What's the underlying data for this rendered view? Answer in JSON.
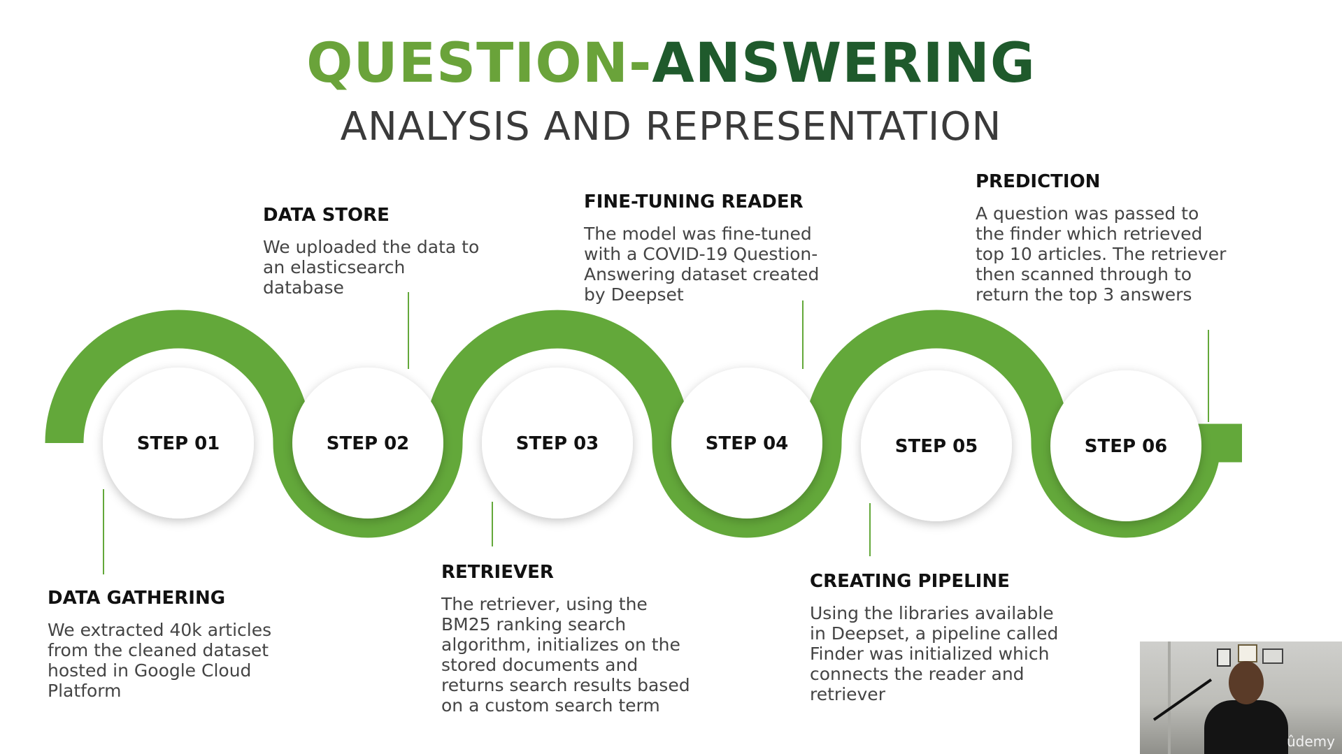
{
  "title": {
    "part1": "QUESTION-",
    "part2": "ANSWERING"
  },
  "subtitle": "ANALYSIS AND REPRESENTATION",
  "colors": {
    "accent_green": "#63a83a",
    "dark_green": "#1f5a2c",
    "light_green": "#6aa33a"
  },
  "steps": [
    {
      "label": "STEP 01",
      "heading": "DATA GATHERING",
      "text": "We extracted 40k articles\nfrom the cleaned dataset\nhosted in Google Cloud\nPlatform"
    },
    {
      "label": "STEP 02",
      "heading": "DATA STORE",
      "text": "We uploaded the data to\nan elasticsearch\ndatabase"
    },
    {
      "label": "STEP 03",
      "heading": "RETRIEVER",
      "text": "The retriever, using the\nBM25 ranking search\nalgorithm, initializes on the\nstored documents and\nreturns search results based\non a custom search term"
    },
    {
      "label": "STEP 04",
      "heading": "FINE-TUNING READER",
      "text": "The model was fine-tuned\nwith a COVID-19 Question-\nAnswering dataset created\nby Deepset"
    },
    {
      "label": "STEP 05",
      "heading": "CREATING PIPELINE",
      "text": "Using the libraries available\nin Deepset, a pipeline called\nFinder was initialized which\nconnects the reader and\nretriever"
    },
    {
      "label": "STEP 06",
      "heading": "PREDICTION",
      "text": "A question was passed to\nthe finder which retrieved\ntop 10 articles. The retriever\nthen scanned through to\nreturn the top 3 answers"
    }
  ],
  "webcam": {
    "brand": "ûdemy"
  }
}
